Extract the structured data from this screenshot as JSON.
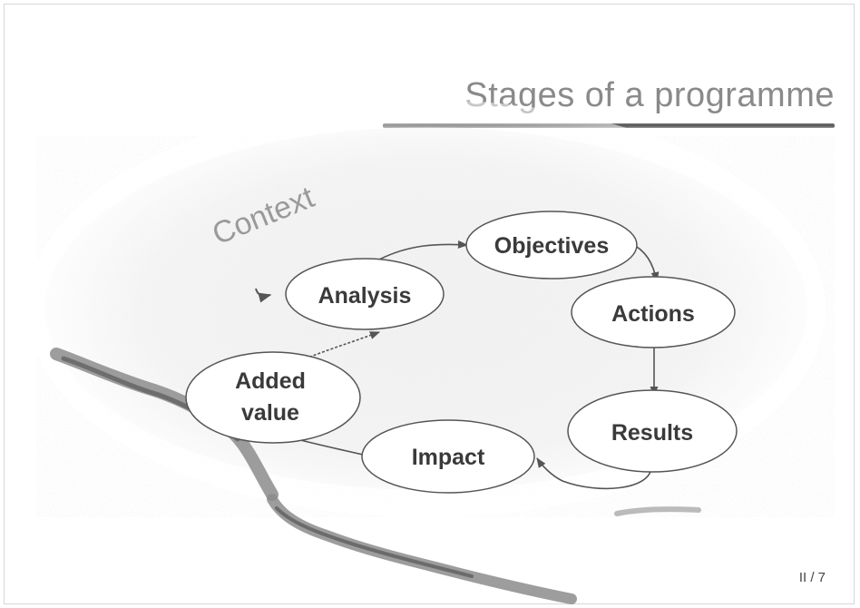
{
  "slide": {
    "title": "Stages of a programme",
    "page_number": "II / 7"
  },
  "diagram": {
    "context_label": "Context",
    "nodes": {
      "objectives": "Objectives",
      "analysis": "Analysis",
      "actions": "Actions",
      "results": "Results",
      "impact": "Impact",
      "added_value_line1": "Added",
      "added_value_line2": "value"
    }
  }
}
